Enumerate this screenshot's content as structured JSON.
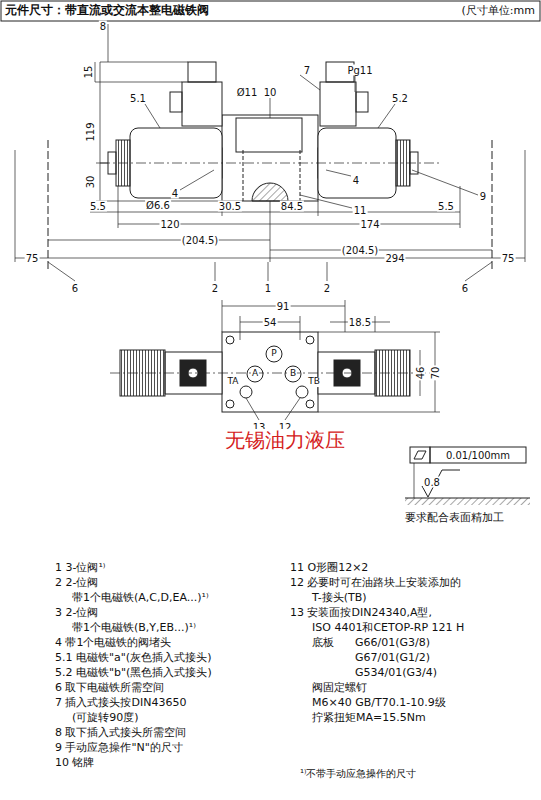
{
  "diagram": {
    "title": "元件尺寸：带直流或交流本整电磁铁阀",
    "labels": [
      "(尺寸单位:mm",
      "8",
      "15",
      "7",
      "Pg11",
      "Ø11",
      "10",
      "5.1",
      "5.2",
      "119",
      "4",
      "4",
      "30",
      "Ø6.6",
      "30.5",
      "84.5",
      "11",
      "5.5",
      "5.5",
      "9",
      "120",
      "174",
      "(204.5)",
      "(204.5)",
      "75",
      "294",
      "75",
      "6",
      "2",
      "1",
      "2",
      "6",
      "91",
      "54",
      "18.5",
      "P",
      "A",
      "B",
      "TA",
      "TB",
      "46",
      "70",
      "13",
      "12",
      "无锡油力液压",
      "0.01/100mm",
      "0.8",
      "要求配合表面精加工",
      "1 3-位阀¹⁾",
      "2 2-位阀",
      "带1个电磁铁(A,C,D,EA...)¹⁾",
      "3 2-位阀",
      "带1个电磁铁(B,Y,EB...)¹⁾",
      "4 带1个电磁铁的阀堵头",
      "5.1 电磁铁\"a\"(灰色插入式接头)",
      "5.2 电磁铁\"b\"(黑色插入式接头)",
      "6 取下电磁铁所需空间",
      "7 插入式接头按DIN43650",
      "(可旋转90度)",
      "8 取下插入式接头所需空间",
      "9 手动应急操作\"N\"的尺寸",
      "10 铭牌",
      "11 O形圈12×2",
      "12 必要时可在油路块上安装添加的",
      "T-接头(TB)",
      "13 安装面按DIN24340,A型,",
      "ISO 4401和CETOP-RP 121 H",
      "底板",
      "G66/01(G3/8)",
      "G67/01(G1/2)",
      "G534/01(G3/4)",
      "阀固定螺钉",
      "M6×40 GB/T70.1-10.9级",
      "拧紧扭矩MA=15.5Nm",
      "¹⁾不带手动应急操作的尺寸"
    ]
  }
}
